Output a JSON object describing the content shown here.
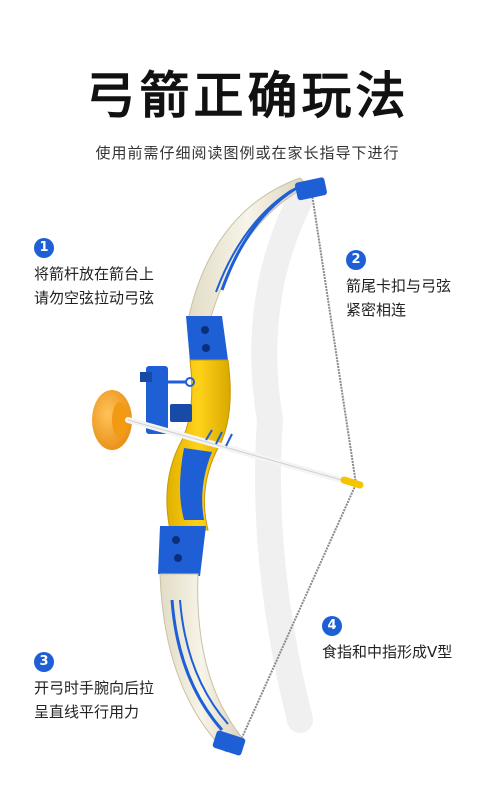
{
  "header": {
    "title": "弓箭正确玩法",
    "subtitle": "使用前需仔细阅读图例或在家长指导下进行"
  },
  "colors": {
    "accent_blue": "#1f5fd6",
    "limb_cream": "#f3efdf",
    "grip_yellow": "#f5c400",
    "suction_orange": "#f7a21b"
  },
  "icons": {
    "bow": "bow-illustration",
    "badge": "numbered-circle-badge"
  },
  "steps": [
    {
      "number": "1",
      "lines": [
        "将箭杆放在箭台上",
        "请勿空弦拉动弓弦"
      ]
    },
    {
      "number": "2",
      "lines": [
        "箭尾卡扣与弓弦",
        "紧密相连"
      ]
    },
    {
      "number": "3",
      "lines": [
        "开弓时手腕向后拉",
        "呈直线平行用力"
      ]
    },
    {
      "number": "4",
      "lines": [
        "食指和中指形成V型"
      ]
    }
  ]
}
